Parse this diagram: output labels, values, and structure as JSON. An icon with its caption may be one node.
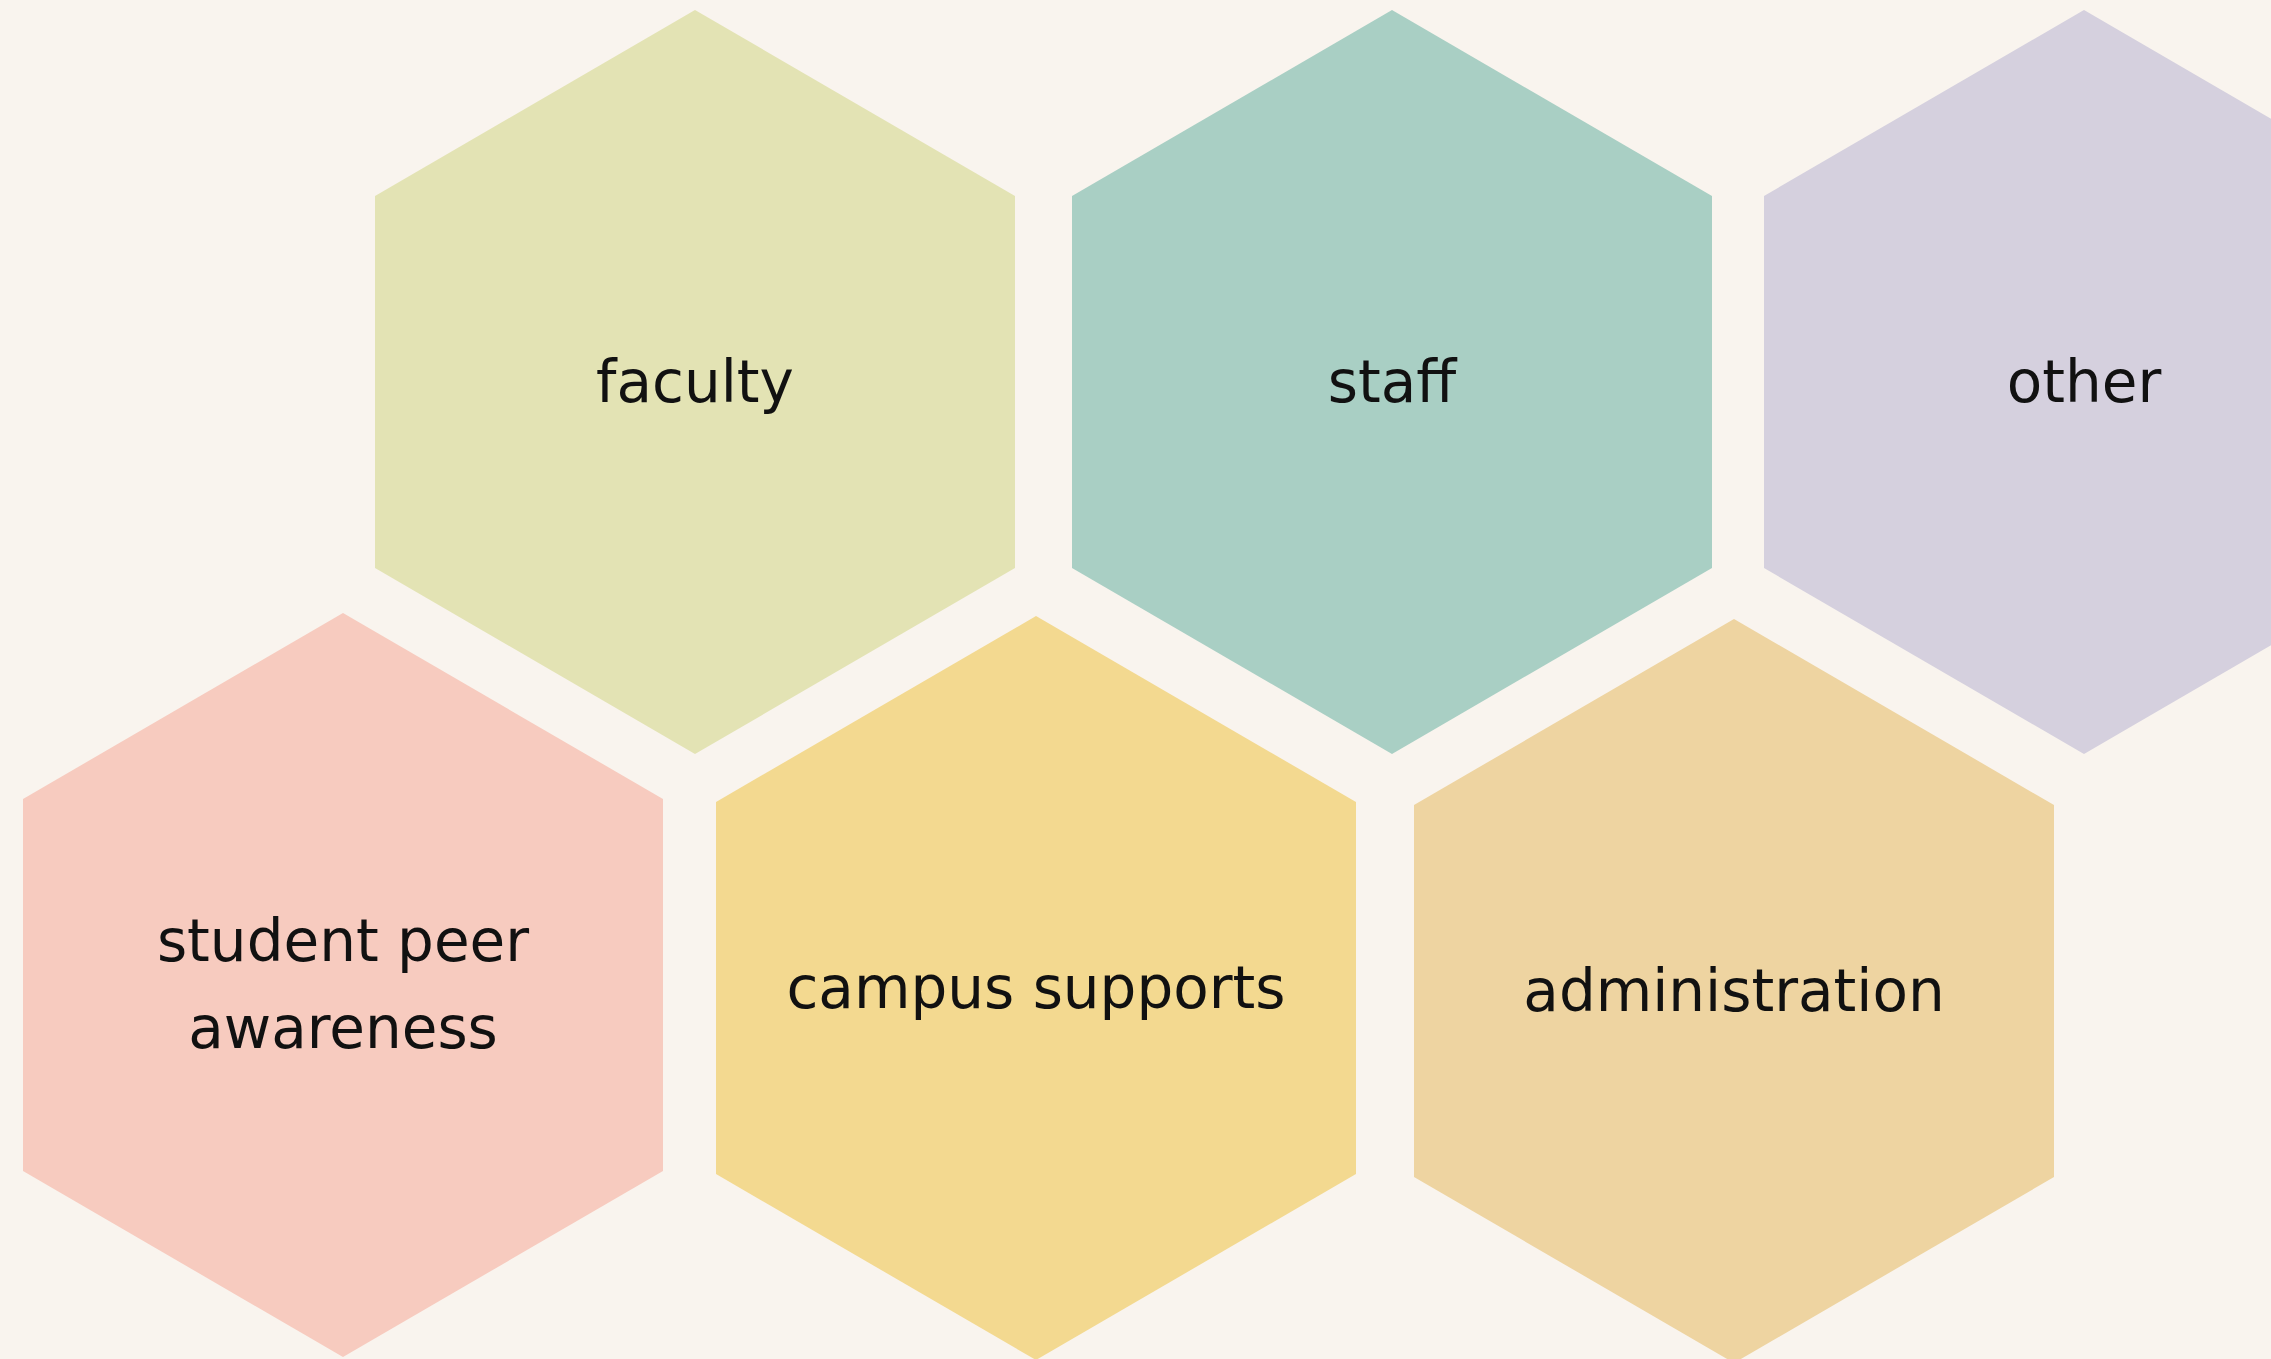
{
  "diagram": {
    "nodes": [
      {
        "text": [
          "faculty"
        ]
      },
      {
        "text": [
          "staff"
        ]
      },
      {
        "text": [
          "other"
        ]
      },
      {
        "text": [
          "student peer awareness"
        ]
      },
      {
        "text": [
          "campus supports"
        ]
      },
      {
        "text": [
          "administration"
        ]
      }
    ]
  }
}
